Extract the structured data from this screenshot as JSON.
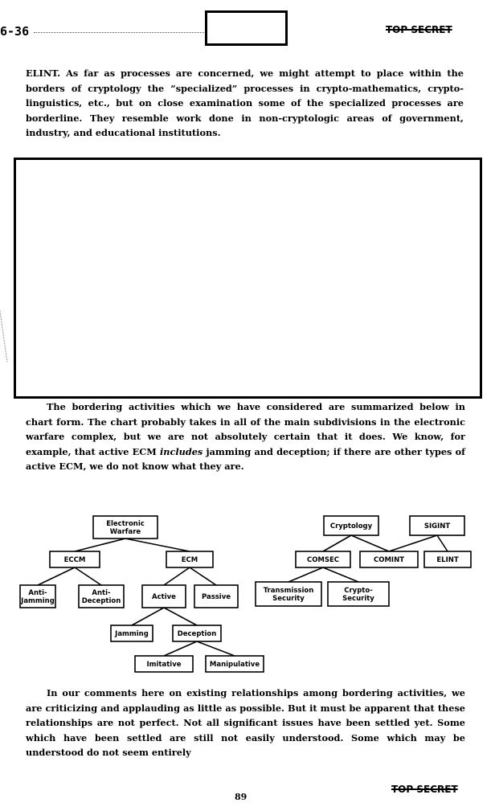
{
  "header": {
    "ref_number": "6-36",
    "classification": "TOP SECRET"
  },
  "paragraphs": {
    "p1": "ELINT. As far as processes are concerned, we might attempt to place within the borders of cryptology the “specialized” processes in crypto-mathematics, crypto-linguistics, etc., but on close examination some of the specialized processes are borderline. They resemble work done in non-cryptologic areas of government, industry, and educational institutions.",
    "p2_a": "The bordering activities which we have considered are summarized below in chart form. The chart probably takes in all of the main subdivisions in the electronic warfare complex, but we are not absolutely certain that it does. We know, for example, that active ECM ",
    "p2_em": "includes",
    "p2_b": " jamming and deception; if there are other types of active ECM, we do not know what they are.",
    "p3": "In our comments here on existing relationships among bordering activities, we are criticizing and applauding as little as possible. But it must be apparent that these relationships are not perfect. Not all significant issues have been settled yet. Some which have been settled are still not easily understood. Some which may be understood do not seem entirely"
  },
  "chart_data": {
    "type": "table",
    "nodes": [
      {
        "id": "ew",
        "lines": [
          "Electronic",
          "Warfare"
        ]
      },
      {
        "id": "eccm",
        "lines": [
          "ECCM"
        ]
      },
      {
        "id": "ecm",
        "lines": [
          "ECM"
        ]
      },
      {
        "id": "antijam",
        "lines": [
          "Anti-",
          "Jamming"
        ]
      },
      {
        "id": "antidec",
        "lines": [
          "Anti-",
          "Deception"
        ]
      },
      {
        "id": "active",
        "lines": [
          "Active"
        ]
      },
      {
        "id": "passive",
        "lines": [
          "Passive"
        ]
      },
      {
        "id": "jamming",
        "lines": [
          "Jamming"
        ]
      },
      {
        "id": "deception",
        "lines": [
          "Deception"
        ]
      },
      {
        "id": "imitative",
        "lines": [
          "Imitative"
        ]
      },
      {
        "id": "manip",
        "lines": [
          "Manipulative"
        ]
      },
      {
        "id": "crypto",
        "lines": [
          "Cryptology"
        ]
      },
      {
        "id": "sigint",
        "lines": [
          "SIGINT"
        ]
      },
      {
        "id": "comsec",
        "lines": [
          "COMSEC"
        ]
      },
      {
        "id": "comint",
        "lines": [
          "COMINT"
        ]
      },
      {
        "id": "elint",
        "lines": [
          "ELINT"
        ]
      },
      {
        "id": "transsec",
        "lines": [
          "Transmission",
          "Security"
        ]
      },
      {
        "id": "cryptosec",
        "lines": [
          "Crypto-",
          "Security"
        ]
      }
    ],
    "edges": [
      [
        "ew",
        "eccm"
      ],
      [
        "ew",
        "ecm"
      ],
      [
        "eccm",
        "antijam"
      ],
      [
        "eccm",
        "antidec"
      ],
      [
        "ecm",
        "active"
      ],
      [
        "ecm",
        "passive"
      ],
      [
        "active",
        "jamming"
      ],
      [
        "active",
        "deception"
      ],
      [
        "deception",
        "imitative"
      ],
      [
        "deception",
        "manip"
      ],
      [
        "crypto",
        "comsec"
      ],
      [
        "crypto",
        "comint"
      ],
      [
        "sigint",
        "comint"
      ],
      [
        "sigint",
        "elint"
      ],
      [
        "comsec",
        "transsec"
      ],
      [
        "comsec",
        "cryptosec"
      ]
    ]
  },
  "footer": {
    "page_number": "89",
    "classification": "TOP SECRET"
  }
}
